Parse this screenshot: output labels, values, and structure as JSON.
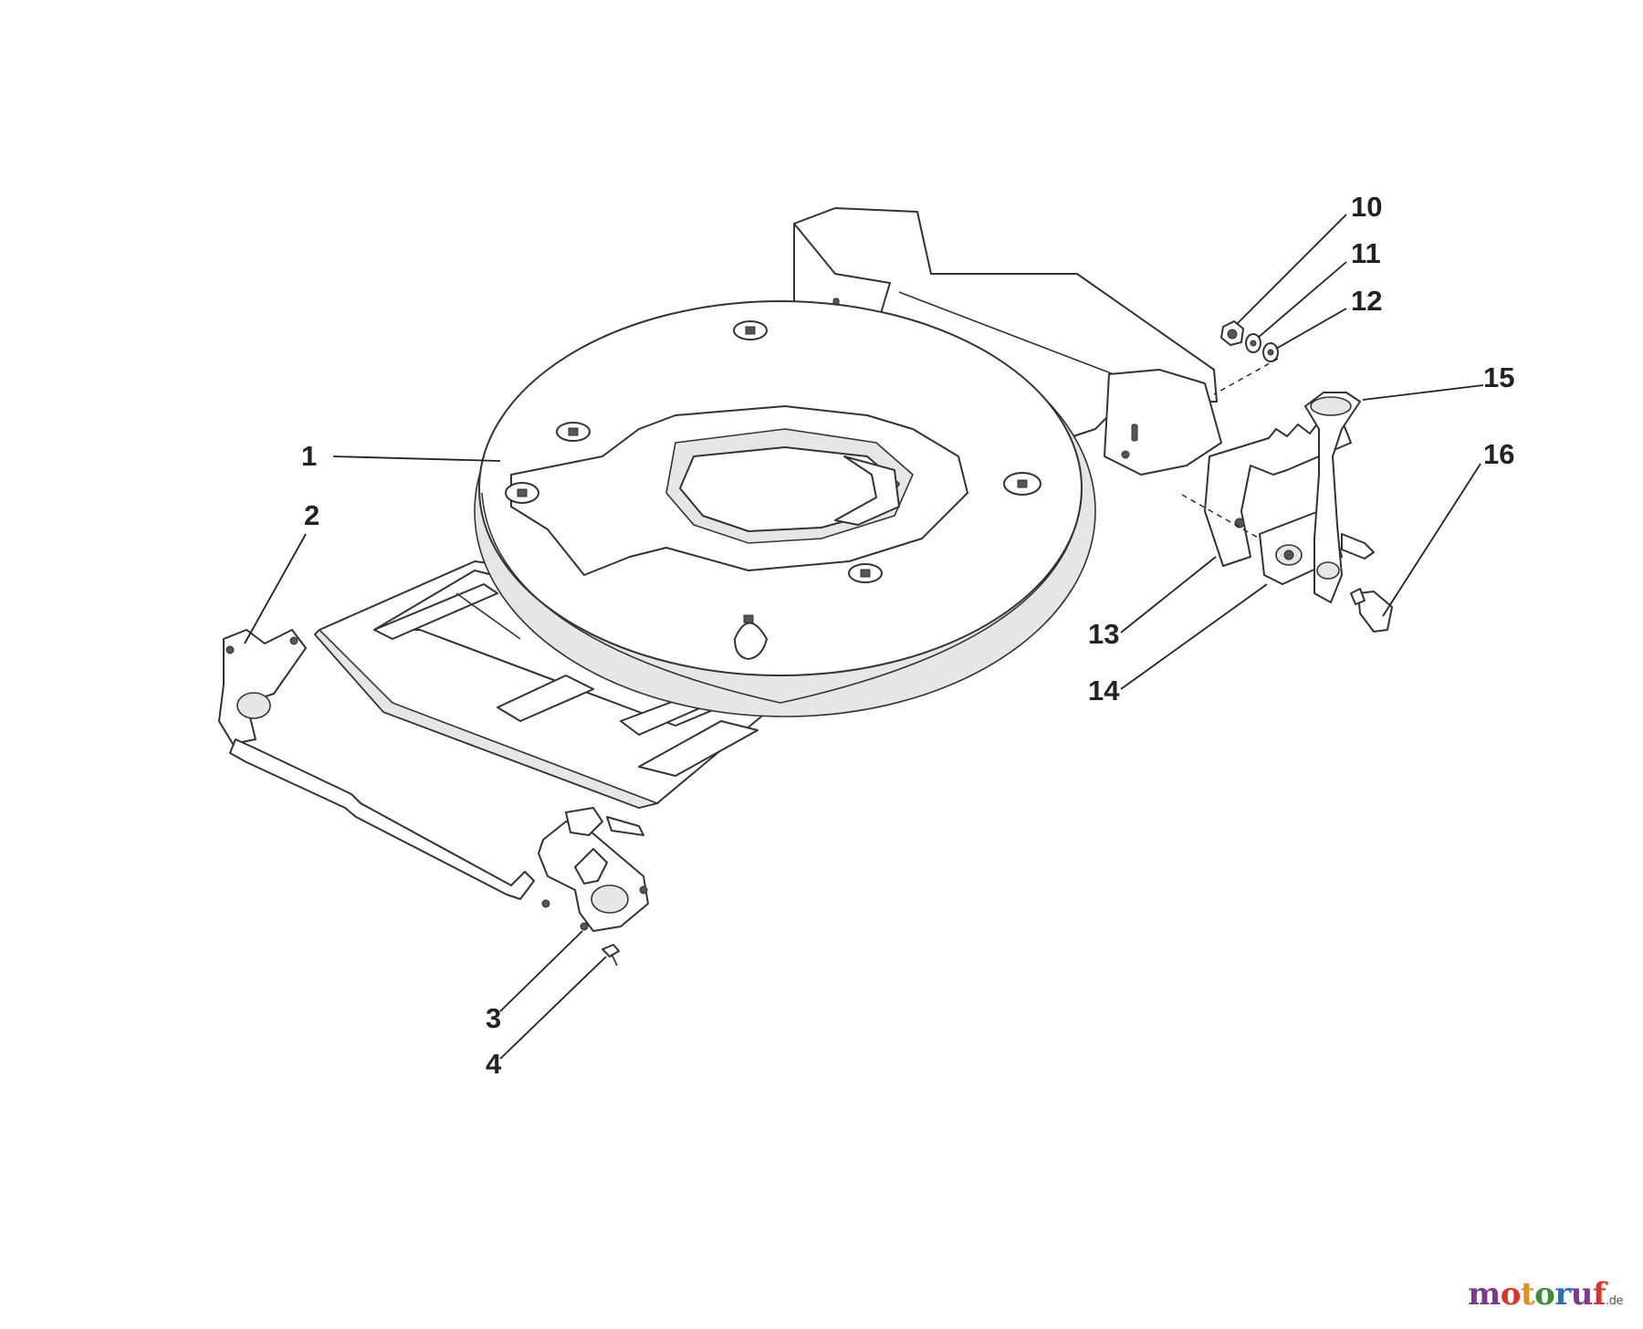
{
  "diagram": {
    "callouts": [
      {
        "id": "1",
        "label": "1"
      },
      {
        "id": "2",
        "label": "2"
      },
      {
        "id": "3",
        "label": "3"
      },
      {
        "id": "4",
        "label": "4"
      },
      {
        "id": "10",
        "label": "10"
      },
      {
        "id": "11",
        "label": "11"
      },
      {
        "id": "12",
        "label": "12"
      },
      {
        "id": "13",
        "label": "13"
      },
      {
        "id": "14",
        "label": "14"
      },
      {
        "id": "15",
        "label": "15"
      },
      {
        "id": "16",
        "label": "16"
      }
    ]
  },
  "watermark": {
    "text": "motoruf.de"
  }
}
